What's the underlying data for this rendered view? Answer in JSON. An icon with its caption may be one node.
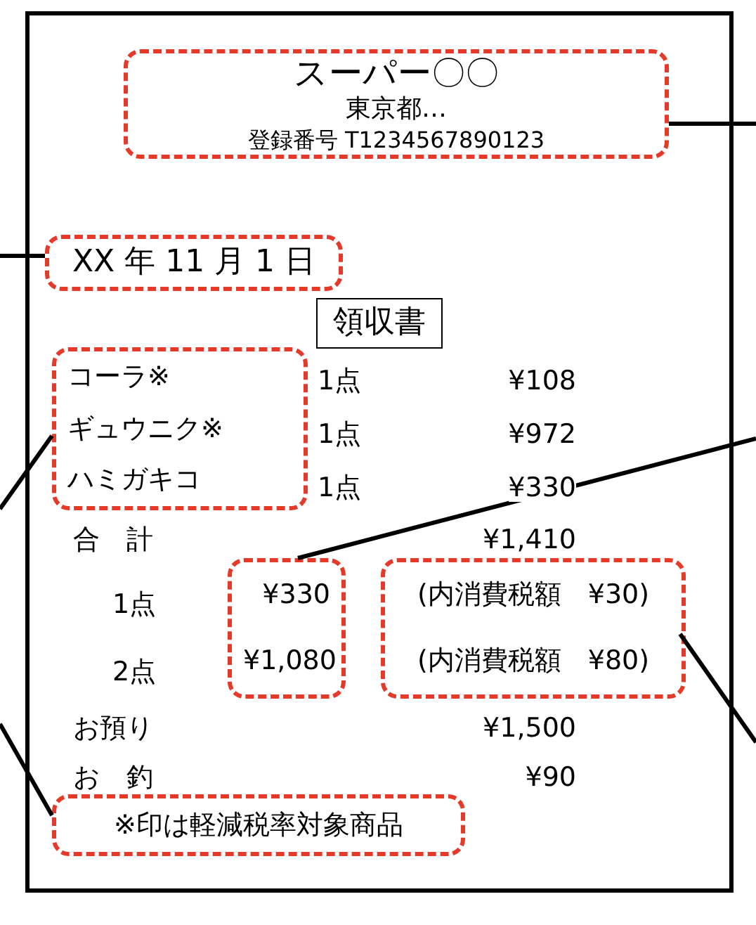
{
  "diagram": {
    "nodes": [
      {
        "text": [],
        "shape": "box"
      },
      {
        "text": [
          "スーパー〇〇",
          "東京都…",
          "登録番号 T1234567890123"
        ],
        "in": 0
      },
      {
        "text": [
          "XX 年 11 月 1 日"
        ],
        "in": 0
      },
      {
        "text": [
          "領収書"
        ],
        "in": 0
      },
      {
        "text": [
          "コーラ※",
          "ギュウニク※",
          "ハミガキコ"
        ],
        "in": 0
      },
      {
        "text": [
          "¥330",
          "¥1,080"
        ],
        "in": 0
      },
      {
        "text": [
          "(内消費税額　¥30)",
          "(内消費税額　¥80)"
        ],
        "in": 0
      },
      {
        "text": [
          "※印は軽減税率対象商品"
        ],
        "in": 0
      }
    ],
    "edges": [
      {
        "from": 1,
        "to": null,
        "arrow": "none"
      },
      {
        "from": 2,
        "to": null,
        "arrow": "none"
      },
      {
        "from": 4,
        "to": null,
        "arrow": "none"
      },
      {
        "from": 5,
        "to": null,
        "arrow": "none"
      },
      {
        "from": 6,
        "to": null,
        "arrow": "none"
      },
      {
        "from": 7,
        "to": null,
        "arrow": "none"
      }
    ],
    "labels": [
      "1点",
      "¥108",
      "1点",
      "¥972",
      "1点",
      "¥330",
      "合　計",
      "¥1,410",
      "1点",
      "2点",
      "お預り",
      "¥1,500",
      "お　釣",
      "¥90"
    ]
  }
}
